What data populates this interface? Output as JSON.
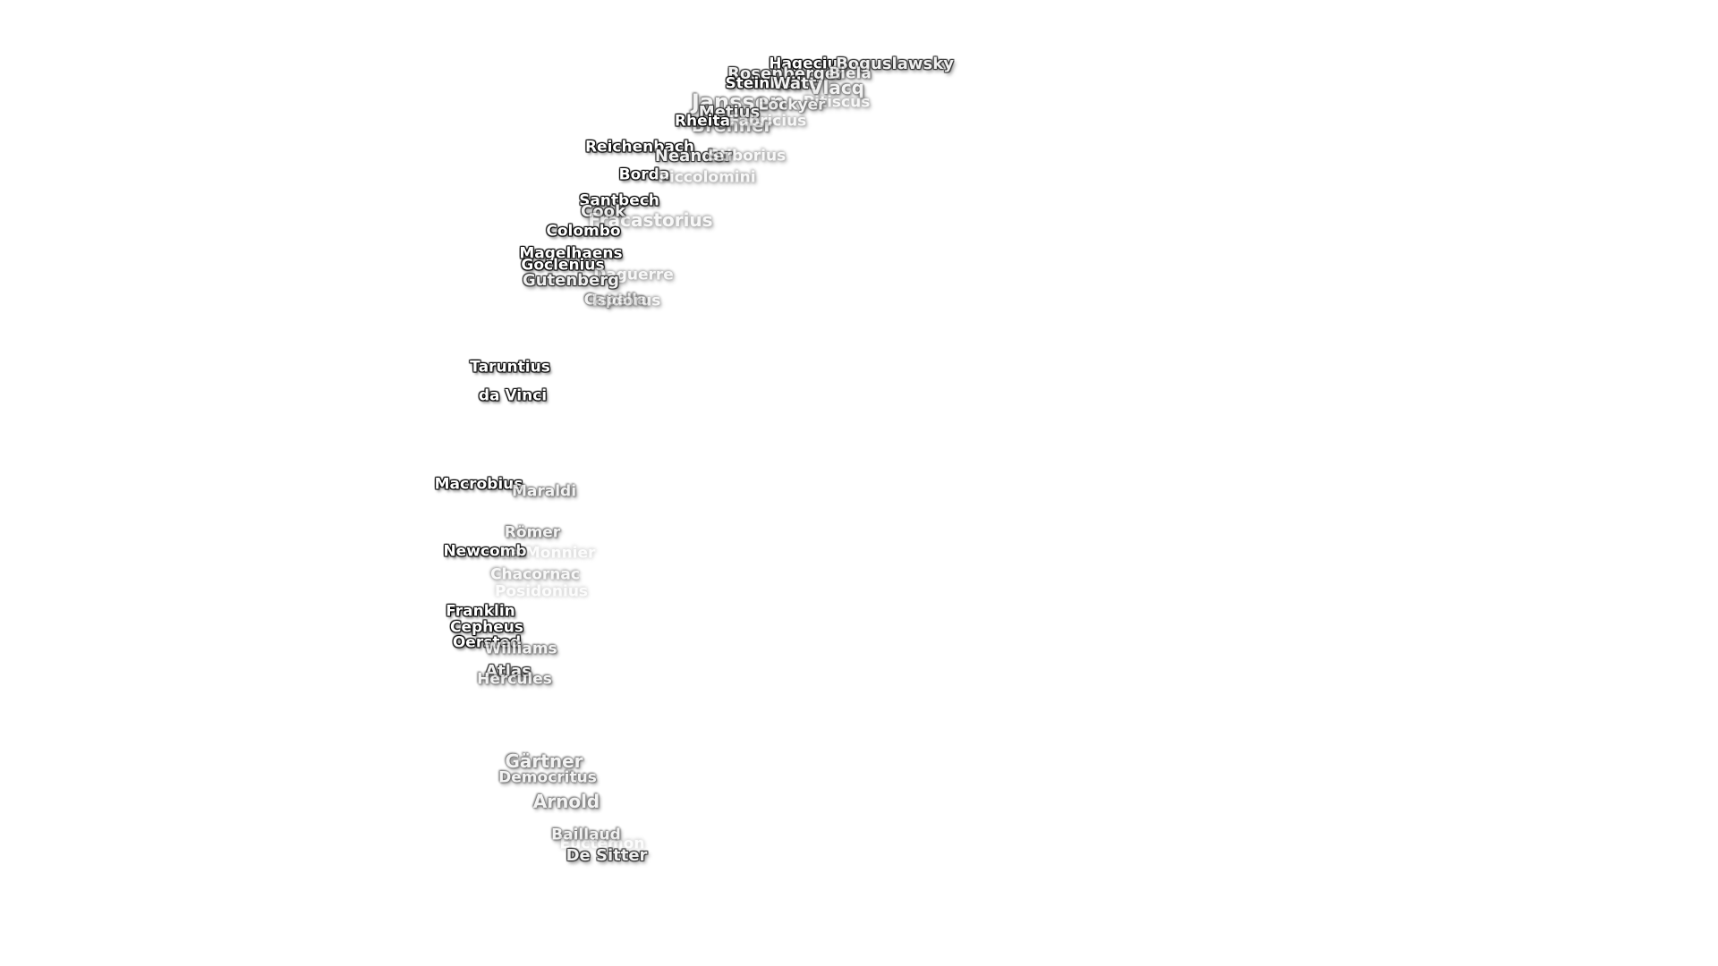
{
  "labels": [
    {
      "name": "Hagecius",
      "tier": 1
    },
    {
      "name": "Boguslawsky",
      "tier": 2
    },
    {
      "name": "Rosenberger",
      "tier": 2
    },
    {
      "name": "Biela",
      "tier": 3
    },
    {
      "name": "Steinheil",
      "tier": 1
    },
    {
      "name": "Watt",
      "tier": 2
    },
    {
      "name": "Vlacq",
      "tier": 3
    },
    {
      "name": "Pitiscus",
      "tier": 4
    },
    {
      "name": "Janssen",
      "tier": 3
    },
    {
      "name": "Lockyer",
      "tier": 3
    },
    {
      "name": "Metius",
      "tier": 2
    },
    {
      "name": "Brenner",
      "tier": 3
    },
    {
      "name": "Rheita",
      "tier": 1
    },
    {
      "name": "Fabricius",
      "tier": 4
    },
    {
      "name": "Reichenbach",
      "tier": 1
    },
    {
      "name": "Neander",
      "tier": 2
    },
    {
      "name": "Stiborius",
      "tier": 4
    },
    {
      "name": "Borda",
      "tier": 1
    },
    {
      "name": "Piccolomini",
      "tier": 4
    },
    {
      "name": "Santbech",
      "tier": 1
    },
    {
      "name": "Cook",
      "tier": 2
    },
    {
      "name": "Fracastorius",
      "tier": 4
    },
    {
      "name": "Colombo",
      "tier": 1
    },
    {
      "name": "Magelhaens",
      "tier": 1
    },
    {
      "name": "Goclenius",
      "tier": 1
    },
    {
      "name": "Daguerre",
      "tier": 4
    },
    {
      "name": "Gutenberg",
      "tier": 2
    },
    {
      "name": "Capella",
      "tier": 3
    },
    {
      "name": "Isidorus",
      "tier": 4
    },
    {
      "name": "Taruntius",
      "tier": 1
    },
    {
      "name": "da Vinci",
      "tier": 1
    },
    {
      "name": "Macrobius",
      "tier": 1
    },
    {
      "name": "Maraldi",
      "tier": 3
    },
    {
      "name": "Römer",
      "tier": 3
    },
    {
      "name": "Newcomb",
      "tier": 1
    },
    {
      "name": "Le Monnier",
      "tier": 5
    },
    {
      "name": "Chacornac",
      "tier": 4
    },
    {
      "name": "Posidonius",
      "tier": 5
    },
    {
      "name": "Franklin",
      "tier": 1
    },
    {
      "name": "Cepheus",
      "tier": 1
    },
    {
      "name": "Oersted",
      "tier": 1
    },
    {
      "name": "Williams",
      "tier": 3
    },
    {
      "name": "Atlas",
      "tier": 2
    },
    {
      "name": "Hercules",
      "tier": 3
    },
    {
      "name": "Gärtner",
      "tier": 3
    },
    {
      "name": "Democritus",
      "tier": 3
    },
    {
      "name": "Arnold",
      "tier": 3
    },
    {
      "name": "Baillaud",
      "tier": 3
    },
    {
      "name": "Euctemon",
      "tier": 5
    },
    {
      "name": "De Sitter",
      "tier": 2
    }
  ]
}
